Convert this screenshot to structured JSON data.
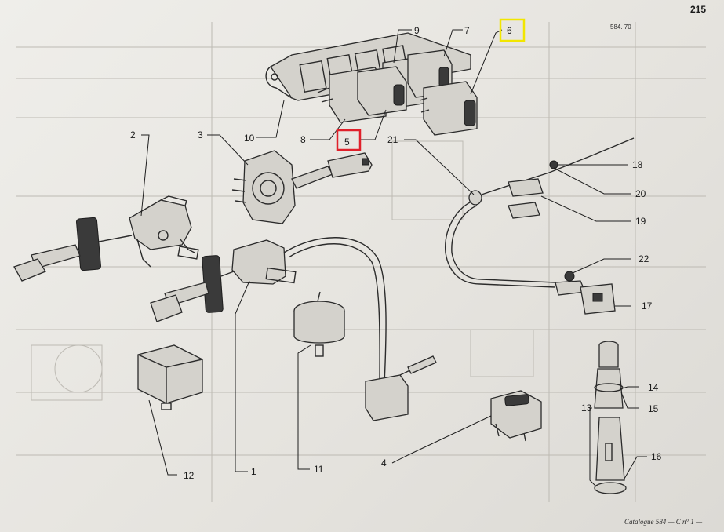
{
  "header": {
    "page_number": "215",
    "catalogue_code": "584. 70",
    "footer": "Catalogue 584 — C n° 1 —"
  },
  "callouts": {
    "c1": "1",
    "c2": "2",
    "c3": "3",
    "c4": "4",
    "c5": "5",
    "c6": "6",
    "c7": "7",
    "c8": "8",
    "c9": "9",
    "c10": "10",
    "c11": "11",
    "c12": "12",
    "c13": "13",
    "c14": "14",
    "c15": "15",
    "c16": "16",
    "c17": "17",
    "c18": "18",
    "c19": "19",
    "c20": "20",
    "c21": "21",
    "c22": "22"
  },
  "highlights": {
    "yellow_callout": "6",
    "red_callout": "5",
    "yellow_color": "#f2e600",
    "red_color": "#e0202a"
  }
}
